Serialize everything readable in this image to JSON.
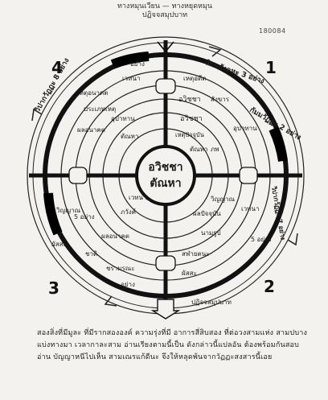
{
  "header": {
    "line1": "ทางหมุนเวียน — ทางหยุดหมุน",
    "line2": "ปฏิจจสมุปบาท"
  },
  "catalog_number": "180084",
  "quadrant_numbers": [
    "1",
    "2",
    "3",
    "4"
  ],
  "center": {
    "line1": "อวิชชา",
    "line2": "ตัณหา"
  },
  "ring_labels": {
    "q1": [
      "สิกขสังคหะ 3 อย่าง",
      "เหตุอดีต",
      "อวิชชา",
      "สังขาร",
      "อวิชชา",
      "เหตุปัจจุบัน",
      "กัมมวัฏฏะ 2 อย่าง",
      "อุปาทาน",
      "ภพ",
      "ตัณหา"
    ],
    "q2": [
      "ผลปัจจุบัน",
      "วิญญาณ",
      "นามรูป",
      "สฬายตนะ",
      "ผัสสะ",
      "เวทนา",
      "5 อย่าง",
      "วิปากวัฏฏะ 7 อย่าง",
      "ปฏิจจสมุปบาท"
    ],
    "q3": [
      "ผลอนาคต",
      "ชาติ",
      "ชรามรณะ",
      "5 อย่าง",
      "ภวังค์",
      "เวทนา",
      "ผัสสะ",
      "วิญญาณ",
      "อย่าง"
    ],
    "q4": [
      "วิปากวัฏฏะ 8 อย่าง",
      "เหตุอนาคต",
      "อุปาทาน",
      "ตัณหา",
      "เวทนา",
      "ประเภทเหตุ",
      "ผลอนาคต",
      "อย่าง"
    ]
  },
  "footnote": "สองสิ่งที่มีมูละ ที่มีรากสององค์ ความรุ่งที่มี อาการสี่สิบสอง ที่ต่อวงสามแห่ง สามปบางแบ่งทางมา เวลากาละสาม อ่านเรียงตามนี้เป็น ดังกล่าวนี้แปลอัน ต้องพร้อมกันสอบอ่าน บัญญาหนีไปเห็น สามเณรแก้ดีนะ จึงให้หลุดพ้นจากวัฏฏะสงสารนี้เอย"
}
